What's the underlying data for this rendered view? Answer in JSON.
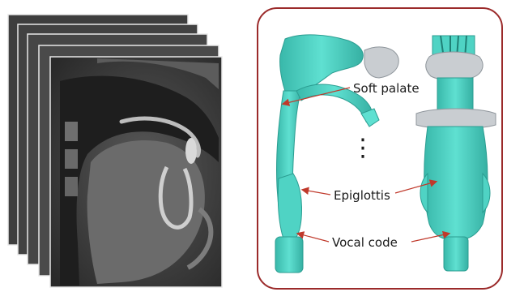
{
  "left_panel": {
    "content": "stack of sagittal CT image slices of the head and neck"
  },
  "right_panel": {
    "border_color": "#9b2a2a",
    "model_color": "#4fd3c4",
    "model_shadow": "#2b9d91",
    "bone_color": "#c9cdd1",
    "labels": {
      "soft_palate": "Soft palate",
      "epiglottis": "Epiglottis",
      "vocal_code": "Vocal code",
      "ellipsis": "⋮"
    },
    "arrow_color": "#c0392b"
  }
}
